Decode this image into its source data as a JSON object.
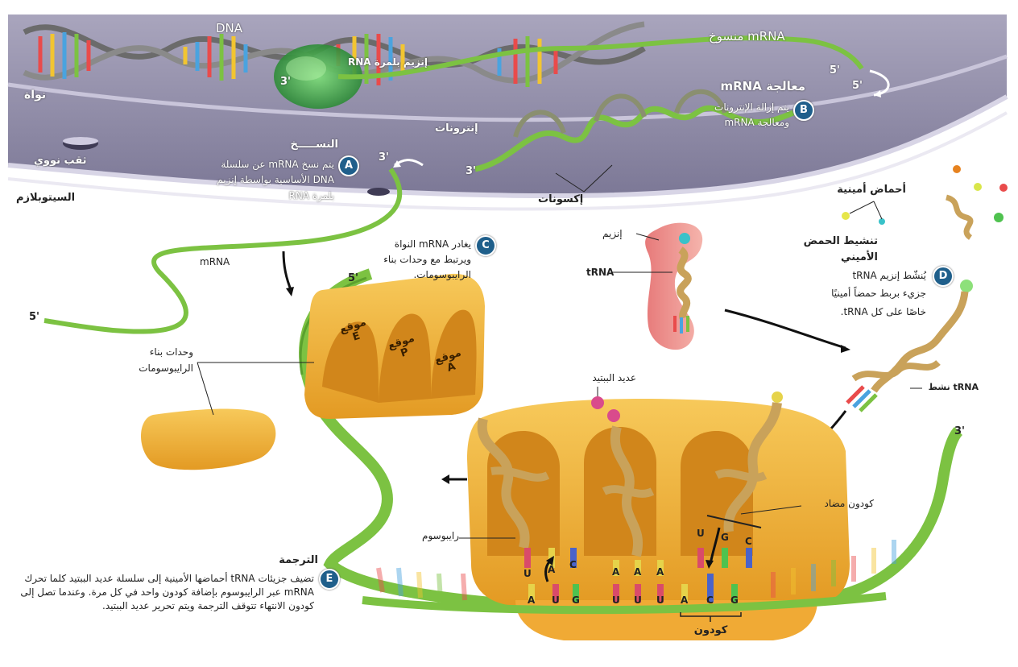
{
  "nucleus": {
    "dna_label": "DNA",
    "nucleus_label": "نواة",
    "rna_polymerase_label": "إنزيم بلمرة RNA",
    "three_prime_1": "3'",
    "nuclear_pore_label": "ثقب نووي",
    "cytoplasm_label": "السيتوبلازم",
    "pre_mrna_label": "mRNA منسوخ",
    "five_prime_a": "5'",
    "five_prime_b": "5'",
    "introns_label": "إنترونات",
    "exons_label": "إكسونات",
    "three_prime_2": "3'",
    "three_prime_3": "3'"
  },
  "step_a": {
    "badge": "A",
    "title": "النســـــخ",
    "line1": "يتم نسخ mRNA عن سلسلة",
    "line2": "DNA الأساسية بواسطة إنزيم",
    "line3": "بلمرة RNA"
  },
  "step_b": {
    "badge": "B",
    "title": "معالجة mRNA",
    "line1": "يتم إزالة الإنترونات",
    "line2": "ومعالجة mRNA"
  },
  "step_c": {
    "badge": "C",
    "line1": "يغادر mRNA النواة",
    "line2": "ويرتبط مع وحدات بناء",
    "line3": "الرايبوسومات."
  },
  "step_d": {
    "badge": "D",
    "title_line1": "تنشيط الحمض",
    "title_line2": "الأميني",
    "line1": "يُنشّط إنزيم tRNA",
    "line2": "جزيء بربط حمضاً أمينيًا",
    "line3": "خاصًا على كل tRNA."
  },
  "step_e": {
    "badge": "E",
    "title": "الترجمة",
    "text": "تضيف جزيئات tRNA أحماضها الأمينية إلى سلسلة عديد الببتيد كلما تحرك mRNA عبر الرايبوسوم بإضافة كودون واحد في كل مرة. وعندما تصل إلى كودون الانتهاء تتوقف الترجمة ويتم تحرير عديد الببتيد."
  },
  "cytoplasm": {
    "mrna_label": "mRNA",
    "five_prime_left": "5'",
    "five_prime_top": "5'",
    "three_prime_right": "3'",
    "subunits_label_1": "وحدات بناء",
    "subunits_label_2": "الرايبوسومات",
    "site_word": "موقع",
    "site_e": "E",
    "site_p": "P",
    "site_a": "A",
    "amino_acids_label": "أحماض أمينية",
    "enzyme_label": "إنزيم",
    "trna_label": "tRNA",
    "active_trna_label": "tRNA نشط",
    "polypeptide_label": "عديد الببتيد",
    "ribosome_label": "رايبوسوم",
    "anticodon_label": "كودون مضاد",
    "codon_label": "كودون"
  },
  "anticodons": [
    {
      "bases": [
        "U",
        "A",
        "C"
      ]
    },
    {
      "bases": [
        "U",
        "G",
        "C"
      ]
    }
  ],
  "mrna_bases": [
    "A",
    "U",
    "G",
    "U",
    "U",
    "U",
    "A",
    "C",
    "G"
  ],
  "middle_trna_bases": [
    "A",
    "A",
    "A"
  ],
  "colors": {
    "nucleus_bg": "#8f8aa6",
    "mrna_green": "#7cc242",
    "ribosome_orange": "#f2b53c",
    "trna_tan": "#d9b36a",
    "badge_blue": "#1f5f8b"
  }
}
